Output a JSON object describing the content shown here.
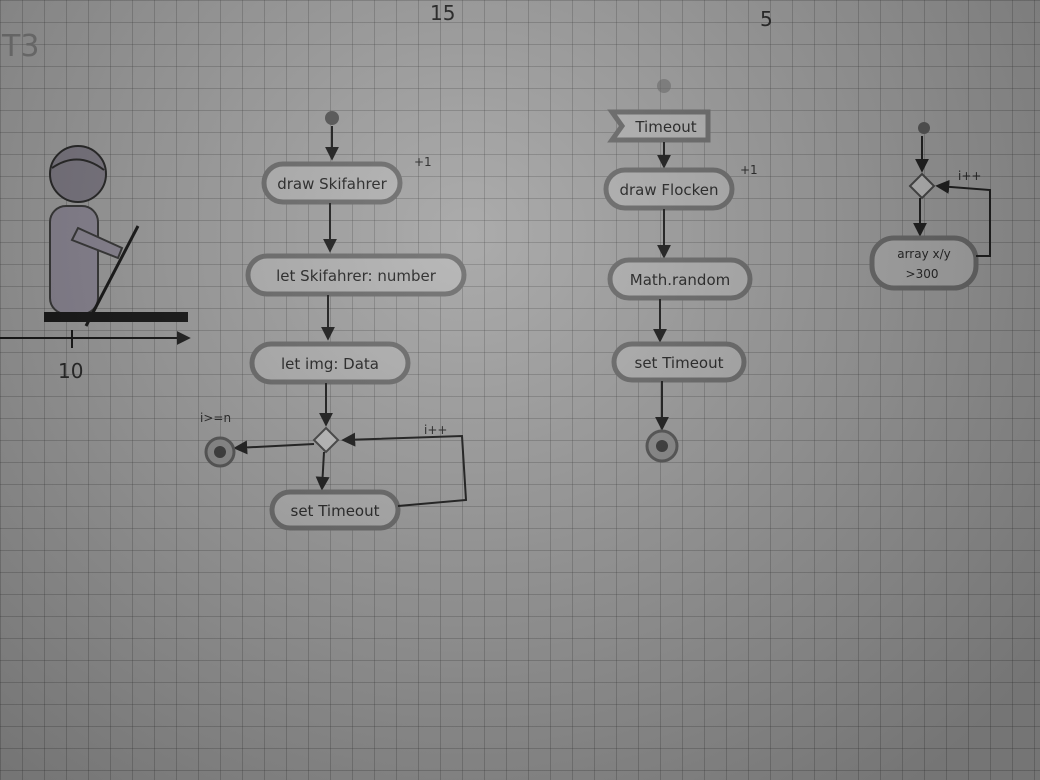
{
  "page_marks": {
    "heading_fragment": "T3",
    "top_number_left": "15",
    "top_number_right": "5",
    "axis_tick_label": "10"
  },
  "flow_skier": {
    "nodes": {
      "draw": "draw Skifahrer",
      "let_skier": "let Skifahrer: number",
      "let_img": "let img: Data",
      "set_timeout": "set Timeout"
    },
    "annotations": {
      "loop_condition": "i>=n",
      "loop_increment": "i++",
      "draw_note": "+1"
    }
  },
  "flow_flakes": {
    "nodes": {
      "event": "Timeout",
      "draw": "draw Flocken",
      "random": "Math.random",
      "set_timeout": "set Timeout"
    },
    "annotations": {
      "draw_note": "+1"
    }
  },
  "flow_array": {
    "nodes": {
      "check_line1": "array x/y",
      "check_line2": ">300"
    },
    "annotations": {
      "loop_increment": "i++"
    }
  }
}
